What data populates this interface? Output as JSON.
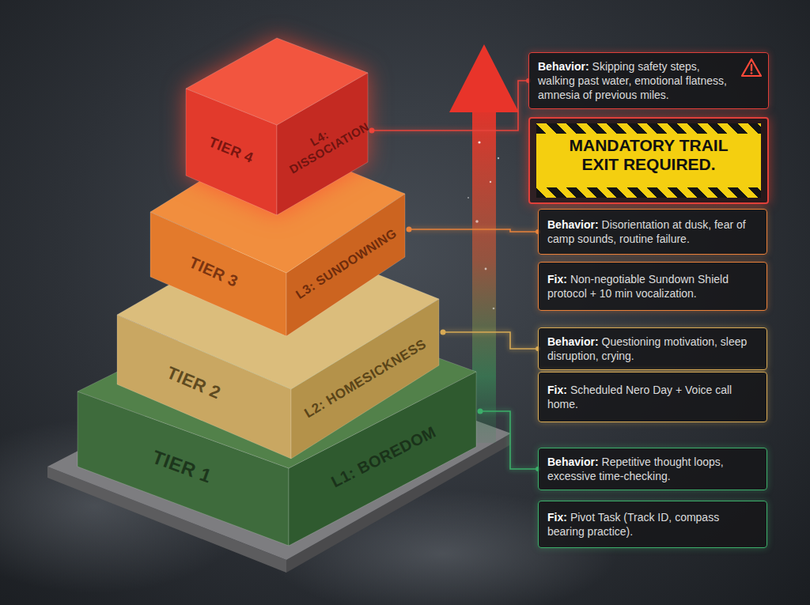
{
  "diagram": {
    "nodes": [
      {
        "text": [
          "TIER 4",
          "L4: DISSOCIATION"
        ]
      },
      {
        "text": [
          "TIER 3",
          "L3: SUNDOWNING"
        ]
      },
      {
        "text": [
          "TIER 2",
          "L2: HOMESICKNESS"
        ]
      },
      {
        "text": [
          "TIER 1",
          "L1: BOREDOM"
        ]
      },
      {
        "text": [
          "Behavior:",
          "Skipping safety steps, walking past water, emotional flatness, amnesia of previous miles."
        ]
      },
      {
        "text": [
          "MANDATORY TRAIL EXIT REQUIRED."
        ]
      },
      {
        "text": [
          "Behavior:",
          "Disorientation at dusk, fear of camp sounds, routine failure."
        ]
      },
      {
        "text": [
          "Fix:",
          "Non-negotiable Sundown Shield protocol + 10 min vocalization."
        ]
      },
      {
        "text": [
          "Behavior:",
          "Questioning motivation, sleep disruption, crying."
        ]
      },
      {
        "text": [
          "Fix:",
          "Scheduled Nero Day + Voice call home."
        ]
      },
      {
        "text": [
          "Behavior:",
          "Repetitive thought loops, excessive time-checking."
        ]
      },
      {
        "text": [
          "Fix:",
          "Pivot Task (Track ID, compass bearing practice)."
        ]
      }
    ],
    "edges": [
      {
        "from": 0,
        "to": 4,
        "arrow": "none"
      },
      {
        "from": 1,
        "to": 6,
        "arrow": "none"
      },
      {
        "from": 2,
        "to": 8,
        "arrow": "none"
      },
      {
        "from": 3,
        "to": 10,
        "arrow": "none"
      }
    ]
  }
}
